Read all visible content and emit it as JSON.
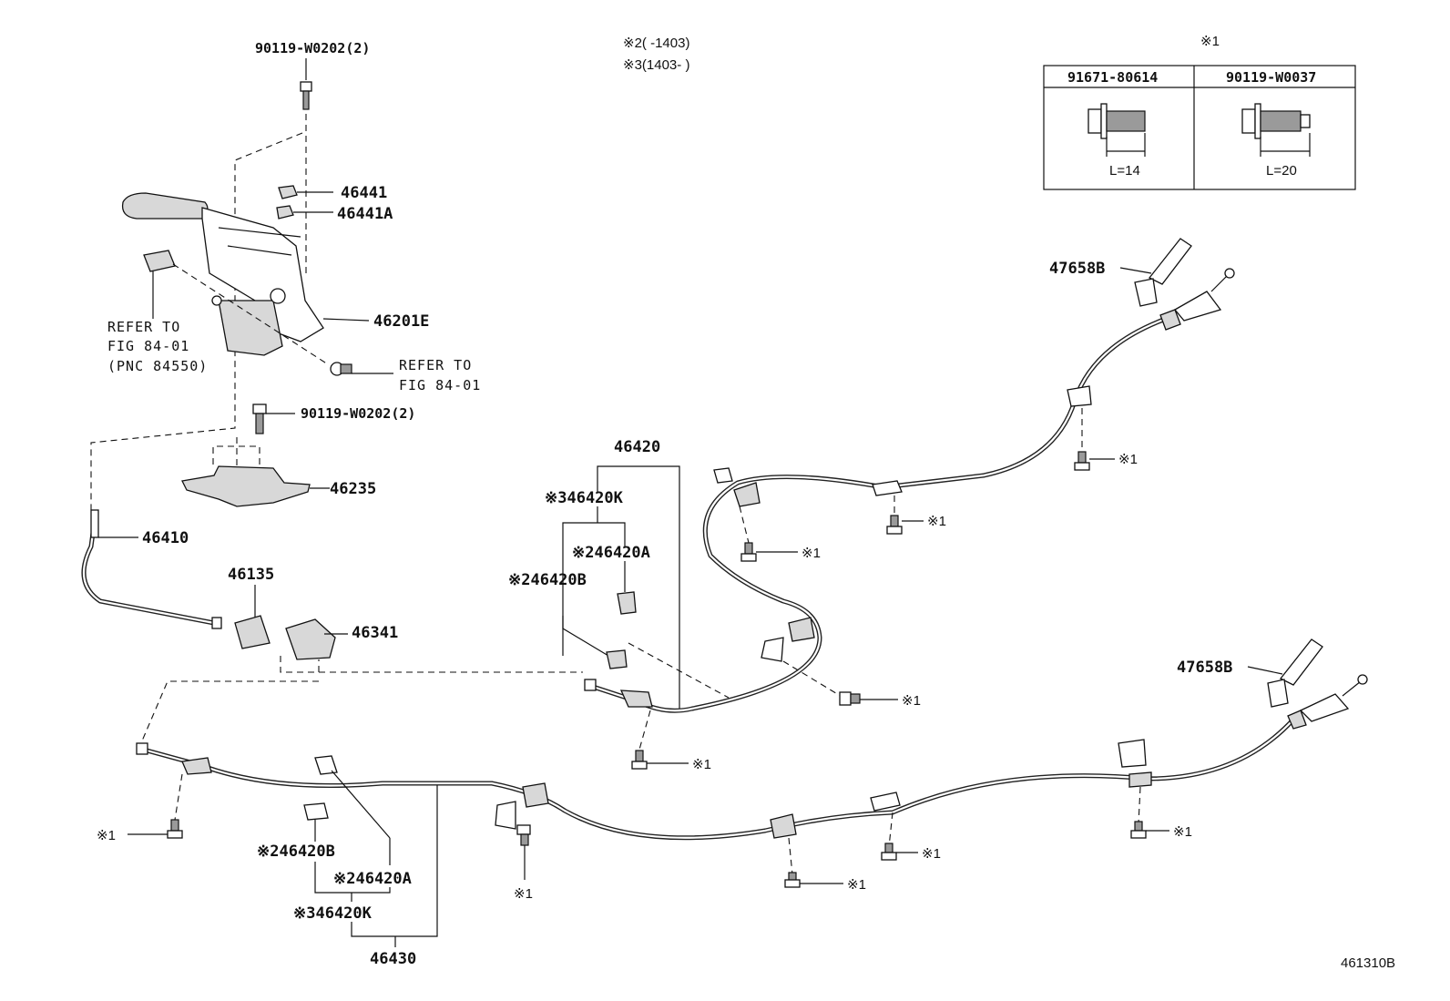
{
  "notes": {
    "n2": "※2(      -1403)",
    "n3": "※3(1403-      )",
    "n1_header": "※1"
  },
  "bolt_table": {
    "col1_part": "91671-80614",
    "col1_length": "L=14",
    "col2_part": "90119-W0037",
    "col2_length": "L=20"
  },
  "labels": {
    "bolt_top": "90119-W0202(2)",
    "p46441": "46441",
    "p46441a": "46441A",
    "p46201e": "46201E",
    "refer_left_1": "REFER TO",
    "refer_left_2": "FIG 84-01",
    "refer_left_3": "(PNC 84550)",
    "refer_right_1": "REFER TO",
    "refer_right_2": "FIG 84-01",
    "bolt_mid": "90119-W0202(2)",
    "p46235": "46235",
    "p46410": "46410",
    "p46135": "46135",
    "p46341": "46341",
    "p46420": "46420",
    "p46420k_top": "※346420K",
    "p46420a_top": "※246420A",
    "p46420b_top": "※246420B",
    "p46420b_bot": "※246420B",
    "p46420a_bot": "※246420A",
    "p46420k_bot": "※346420K",
    "p46430": "46430",
    "p47658b_top": "47658B",
    "p47658b_bot": "47658B",
    "mark1": "※1",
    "figure_id": "461310B"
  }
}
